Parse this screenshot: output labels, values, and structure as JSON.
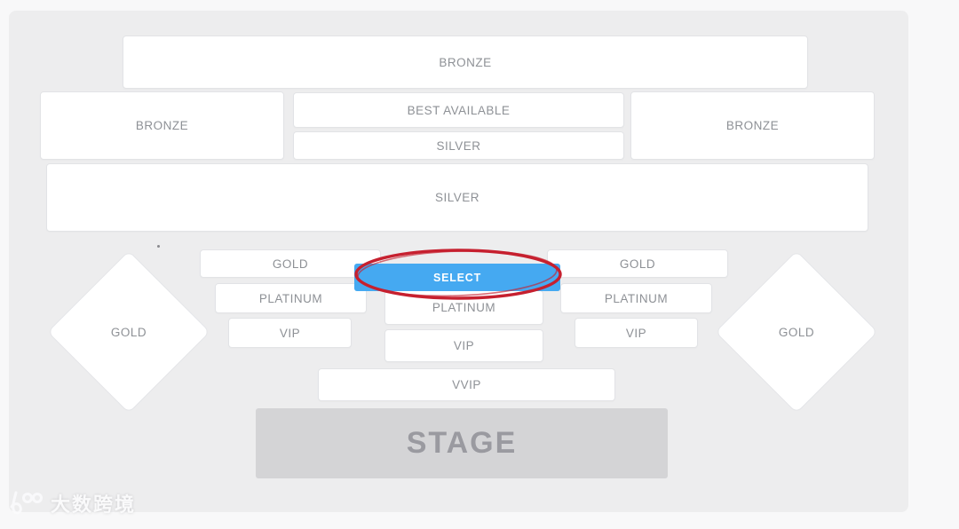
{
  "colors": {
    "select_button_blue": "#45a9f1",
    "annotation_red": "#c6202f",
    "stage_gray": "#d4d4d6",
    "section_text_gray": "#8e9196"
  },
  "select_button": {
    "label": "SELECT"
  },
  "stage": {
    "label": "STAGE"
  },
  "sections": {
    "bronze_top": "BRONZE",
    "bronze_left": "BRONZE",
    "best_available": "BEST AVAILABLE",
    "silver_upper": "SILVER",
    "bronze_right": "BRONZE",
    "silver_main": "SILVER",
    "gold_box_left": "GOLD",
    "platinum_left": "PLATINUM",
    "vip_left": "VIP",
    "gold_box_right": "GOLD",
    "platinum_right": "PLATINUM",
    "vip_right": "VIP",
    "platinum_center": "PLATINUM",
    "vip_center": "VIP",
    "vvip": "VVIP",
    "gold_diamond_left": "GOLD",
    "gold_diamond_right": "GOLD"
  },
  "watermark": {
    "text": "大数跨境"
  }
}
